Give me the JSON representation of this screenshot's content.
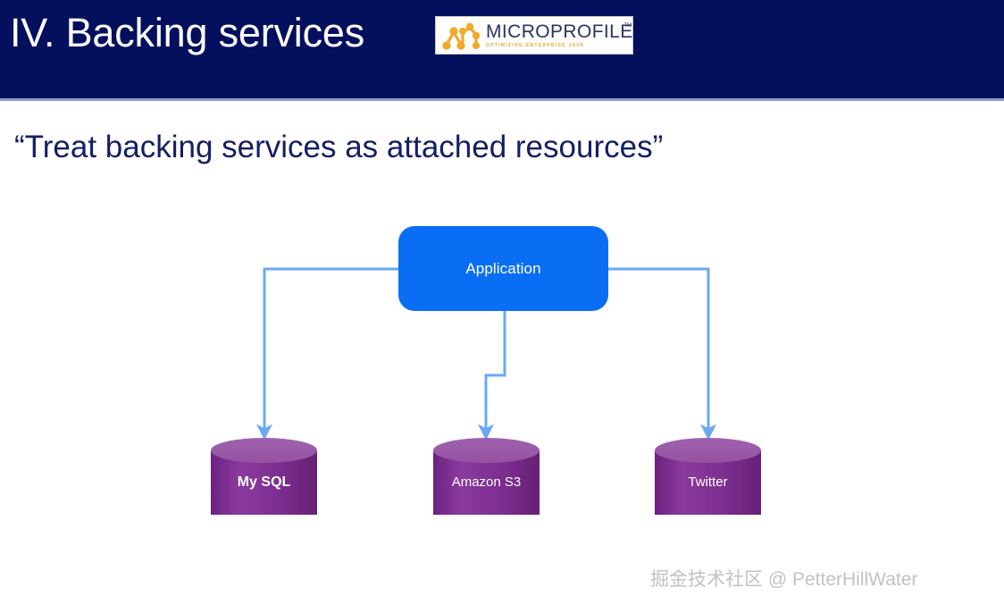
{
  "slide": {
    "title": "IV. Backing services",
    "quote": "“Treat backing services as attached resources”",
    "watermark": "掘金技术社区 @ PetterHillWater",
    "colors": {
      "header_navy": "#040f5e",
      "quote_navy": "#141f63",
      "app_blue": "#0a6ef5",
      "connector_blue": "#6aa9f0",
      "cylinder_purple": "#7b2b8f",
      "cylinder_top_purple": "#9c5bab",
      "logo_orange": "#f0a92b",
      "watermark_gray": "#c2c2c2"
    }
  },
  "logo": {
    "name": "MICROPROFILE",
    "tagline": "OPTIMIZING ENTERPRISE JAVA",
    "trademark": "TM"
  },
  "diagram": {
    "app": {
      "label": "Application"
    },
    "services": [
      {
        "label": "My SQL",
        "bold": true
      },
      {
        "label": "Amazon S3",
        "bold": false
      },
      {
        "label": "Twitter",
        "bold": false
      }
    ]
  }
}
